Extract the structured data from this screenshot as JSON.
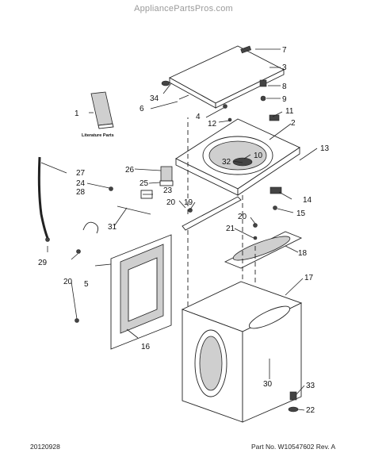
{
  "header": {
    "watermark": "AppliancePartsPros.com"
  },
  "footer": {
    "date": "20120928",
    "part_number": "Part No. W10547602 Rev. A"
  },
  "literature": {
    "label": "Literature Parts"
  },
  "callouts": [
    "1",
    "2",
    "3",
    "4",
    "5",
    "6",
    "7",
    "8",
    "9",
    "10",
    "11",
    "12",
    "13",
    "14",
    "15",
    "16",
    "17",
    "18",
    "19",
    "20",
    "20",
    "20",
    "21",
    "22",
    "23",
    "24",
    "25",
    "26",
    "27",
    "28",
    "29",
    "30",
    "31",
    "32",
    "33",
    "34"
  ]
}
